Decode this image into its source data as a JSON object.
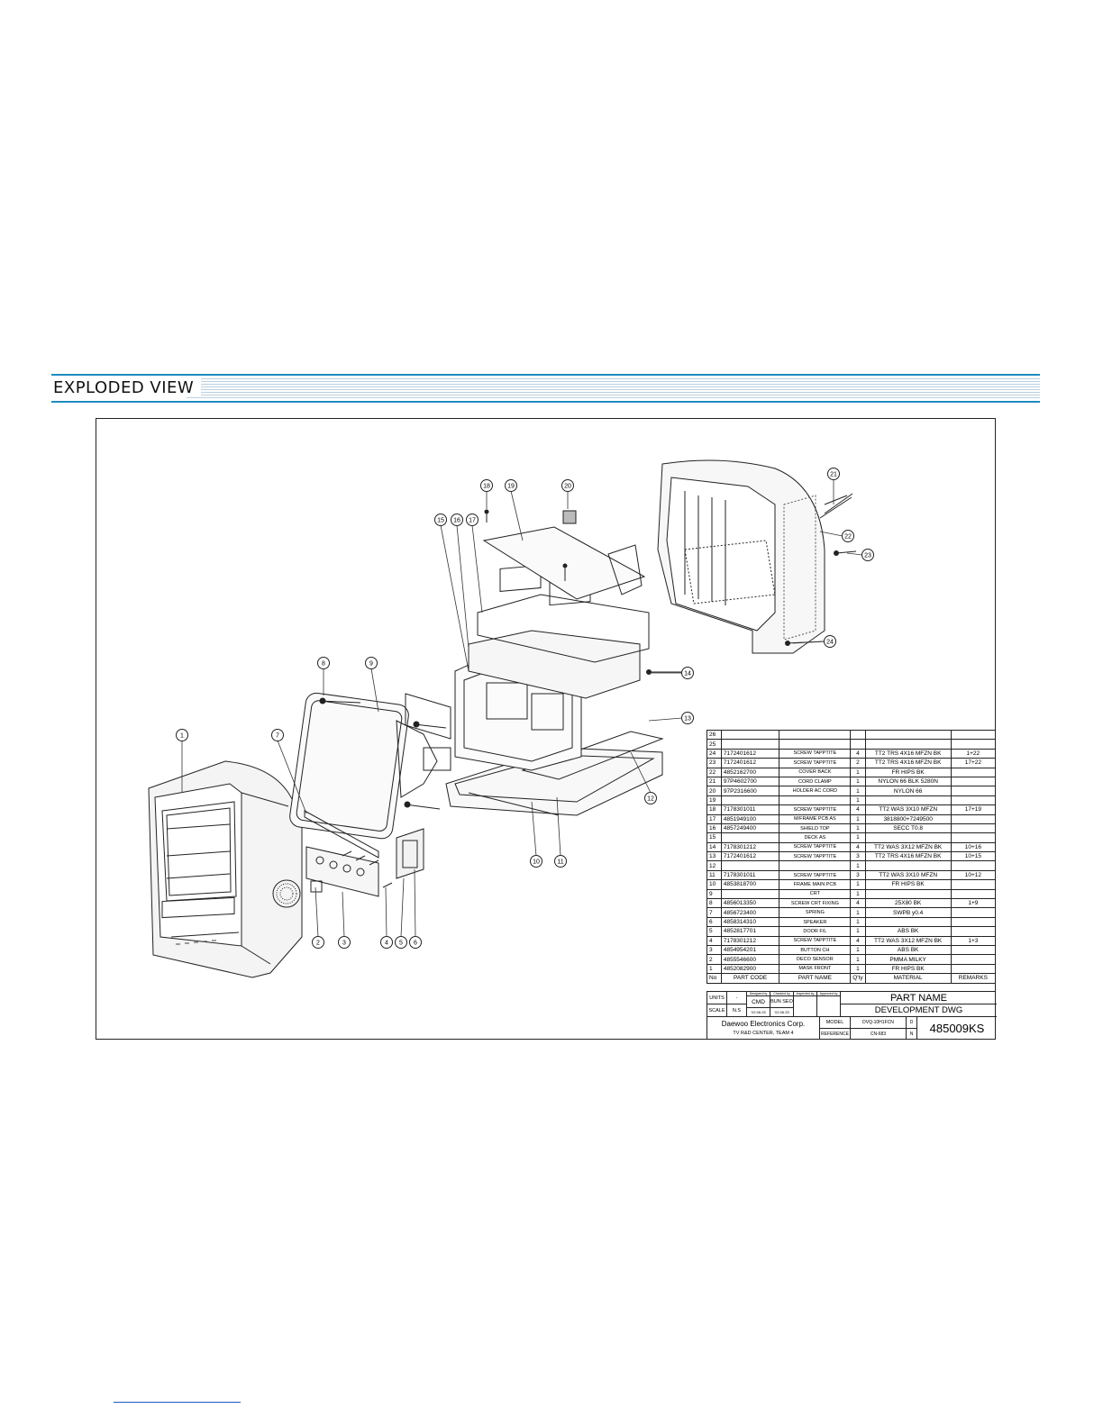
{
  "header": {
    "title": "EXPLODED VIEW"
  },
  "colors": {
    "header_rule": "#1e8cc0",
    "header_stripes": "#b9cfe0",
    "line": "#222222"
  },
  "callouts": [
    "1",
    "2",
    "3",
    "4",
    "5",
    "6",
    "7",
    "8",
    "9",
    "10",
    "11",
    "12",
    "13",
    "14",
    "15",
    "16",
    "17",
    "18",
    "19",
    "20",
    "21",
    "22",
    "23",
    "24"
  ],
  "parts_list": {
    "headers": {
      "no": "No",
      "code": "PART CODE",
      "name": "PART NAME",
      "qty": "Q'ty",
      "material": "MATERIAL",
      "remarks": "REMARKS"
    },
    "rows": [
      {
        "no": "26",
        "code": "",
        "name": "",
        "qty": "",
        "material": "",
        "remarks": ""
      },
      {
        "no": "25",
        "code": "",
        "name": "",
        "qty": "",
        "material": "",
        "remarks": ""
      },
      {
        "no": "24",
        "code": "7172401612",
        "name": "SCREW TAPPTITE",
        "qty": "4",
        "material": "TT2 TRS 4X16 MFZN BK",
        "remarks": "1+22"
      },
      {
        "no": "23",
        "code": "7172401612",
        "name": "SCREW TAPPTITE",
        "qty": "2",
        "material": "TT2 TRS 4X16 MFZN BK",
        "remarks": "17+22"
      },
      {
        "no": "22",
        "code": "4852162700",
        "name": "COVER BACK",
        "qty": "1",
        "material": "FR HIPS BK",
        "remarks": ""
      },
      {
        "no": "21",
        "code": "97P4602700",
        "name": "CORD CLAMP",
        "qty": "1",
        "material": "NYLON 66 BLK 5280N",
        "remarks": ""
      },
      {
        "no": "20",
        "code": "97P2316600",
        "name": "HOLDER AC CORD",
        "qty": "1",
        "material": "NYLON 66",
        "remarks": ""
      },
      {
        "no": "19",
        "code": "",
        "name": "",
        "qty": "1",
        "material": "",
        "remarks": ""
      },
      {
        "no": "18",
        "code": "7178301011",
        "name": "SCREW TAPPTITE",
        "qty": "4",
        "material": "TT2 WAS 3X10 MFZN",
        "remarks": "17+19"
      },
      {
        "no": "17",
        "code": "4851949100",
        "name": "M/FRAME PCB AS",
        "qty": "1",
        "material": "3818800+7249500",
        "remarks": ""
      },
      {
        "no": "16",
        "code": "4857249400",
        "name": "SHIELD TOP",
        "qty": "1",
        "material": "SECC T0.8",
        "remarks": ""
      },
      {
        "no": "15",
        "code": "",
        "name": "DECK AS",
        "qty": "1",
        "material": "",
        "remarks": ""
      },
      {
        "no": "14",
        "code": "7178301212",
        "name": "SCREW TAPPTITE",
        "qty": "4",
        "material": "TT2 WAS 3X12 MFZN BK",
        "remarks": "10+16"
      },
      {
        "no": "13",
        "code": "7172401612",
        "name": "SCREW TAPPTITE",
        "qty": "3",
        "material": "TT2 TRS 4X16 MFZN BK",
        "remarks": "10+15"
      },
      {
        "no": "12",
        "code": "",
        "name": "",
        "qty": "1",
        "material": "",
        "remarks": ""
      },
      {
        "no": "11",
        "code": "7178301011",
        "name": "SCREW TAPPTITE",
        "qty": "3",
        "material": "TT2 WAS 3X10 MFZN",
        "remarks": "10+12"
      },
      {
        "no": "10",
        "code": "4853818700",
        "name": "FRAME MAIN PCB",
        "qty": "1",
        "material": "FR HIPS BK",
        "remarks": ""
      },
      {
        "no": "9",
        "code": "",
        "name": "CRT",
        "qty": "1",
        "material": "",
        "remarks": ""
      },
      {
        "no": "8",
        "code": "4856013350",
        "name": "SCREW CRT FIXING",
        "qty": "4",
        "material": "25X80 BK",
        "remarks": "1+9"
      },
      {
        "no": "7",
        "code": "4856723400",
        "name": "SPRING",
        "qty": "1",
        "material": "SWPB y0.4",
        "remarks": ""
      },
      {
        "no": "6",
        "code": "4858314310",
        "name": "SPEAKER",
        "qty": "1",
        "material": "",
        "remarks": ""
      },
      {
        "no": "5",
        "code": "4852817701",
        "name": "DOOR F/L",
        "qty": "1",
        "material": "ABS BK",
        "remarks": ""
      },
      {
        "no": "4",
        "code": "7178301212",
        "name": "SCREW TAPPTITE",
        "qty": "4",
        "material": "TT2 WAS 3X12 MFZN BK",
        "remarks": "1+3"
      },
      {
        "no": "3",
        "code": "4854954201",
        "name": "BUTTON CH",
        "qty": "1",
        "material": "ABS BK",
        "remarks": ""
      },
      {
        "no": "2",
        "code": "4855546600",
        "name": "DECO SENSOR",
        "qty": "1",
        "material": "PMMA MILKY",
        "remarks": ""
      },
      {
        "no": "1",
        "code": "4852082900",
        "name": "MASK FRONT",
        "qty": "1",
        "material": "FR HIPS BK",
        "remarks": ""
      }
    ]
  },
  "title_block": {
    "units_label": "UNITS",
    "units_value": "-",
    "scale_label": "SCALE",
    "scale_value": "N.S",
    "designed_label": "Designed by",
    "designed_value": "CMD",
    "designed_date": "'02.06.25",
    "checked_label": "Checked by",
    "checked_value": "BUN SEO",
    "checked_date": "'02.06.25",
    "inspected_label": "Inspected by",
    "approved_label": "Approved by",
    "part_name": "PART  NAME",
    "dwg_type": "DEVELOPMENT DWG",
    "company": "Daewoo Electronics Corp.",
    "team": "TV R&D CENTER, TEAM 4",
    "model_label": "MODEL",
    "model_value": "DVQ-10H1FCN",
    "reference_label": "REFERENCE",
    "reference_value": "CN-683",
    "dn_label_d": "D",
    "dn_label_n": "N",
    "dwg_no": "485009KS"
  }
}
